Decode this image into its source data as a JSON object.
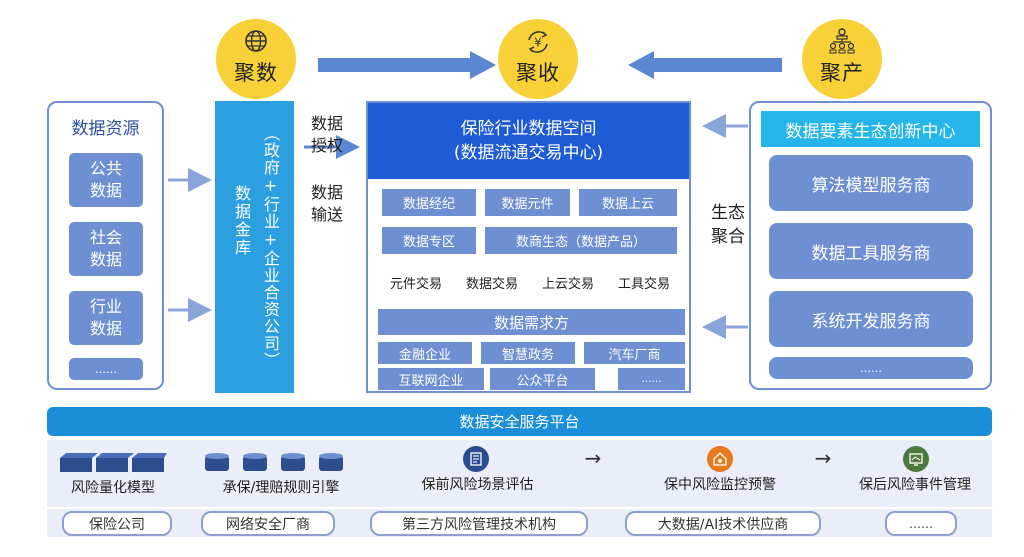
{
  "top": {
    "hubs": {
      "left": "聚数",
      "center": "聚收",
      "right": "聚产"
    },
    "flow_arrow_colors": {
      "primary": "#5b86d1",
      "light": "#bcd0ea"
    }
  },
  "left": {
    "header": "数据资源",
    "items": [
      "公共\n数据",
      "社会\n数据",
      "行业\n数据",
      "……"
    ]
  },
  "vault": {
    "main": "数据金库",
    "paren": "（政府+行业+企业合资公司）"
  },
  "mid_labels": {
    "auth": "数据\n授权",
    "transmit": "数据\n输送"
  },
  "center": {
    "title_line1": "保险行业数据空间",
    "title_line2": "(数据流通交易中心)",
    "row1": [
      "数据经纪",
      "数据元件",
      "数据上云"
    ],
    "row2": [
      "数据专区",
      "数商生态（数据产品）"
    ],
    "transactions": [
      "元件交易",
      "数据交易",
      "上云交易",
      "工具交易"
    ],
    "demand_header": "数据需求方",
    "demand_row1": [
      "金融企业",
      "智慧政务",
      "汽车厂商"
    ],
    "demand_row2": [
      "互联网企业",
      "公众平台",
      "……"
    ]
  },
  "eco_label": "生态\n聚合",
  "right": {
    "header": "数据要素生态创新中心",
    "items": [
      "算法模型服务商",
      "数据工具服务商",
      "系统开发服务商",
      "……"
    ]
  },
  "security": {
    "bar_title": "数据安全服务平台",
    "left_items": [
      "风险量化模型",
      "承保/理赔规则引擎"
    ],
    "process": [
      "保前风险场景评估",
      "保中风险监控预警",
      "保后风险事件管理"
    ],
    "arrow": "→"
  },
  "bottom": {
    "participants": [
      "保险公司",
      "网络安全厂商",
      "第三方风险管理技术机构",
      "大数据/AI技术供应商",
      "……"
    ]
  },
  "colors": {
    "hub_yellow": "#f8d038",
    "center_header": "#1e5bd6",
    "vault_cyan": "#2b9fe0",
    "security_bar": "#1a8ed8",
    "box_blue": "#6f8fd3",
    "panel_border": "#6e8fd3",
    "eco_header": "#24b6ea"
  },
  "icons": {
    "left_hub": "globe-icon",
    "center_hub": "yuan-exchange-icon",
    "right_hub": "org-chart-icon",
    "model": "stacked-layers-icon",
    "engine": "database-cylinder-icon",
    "pre": "report-icon",
    "mid": "house-alarm-icon",
    "post": "event-screen-icon"
  }
}
